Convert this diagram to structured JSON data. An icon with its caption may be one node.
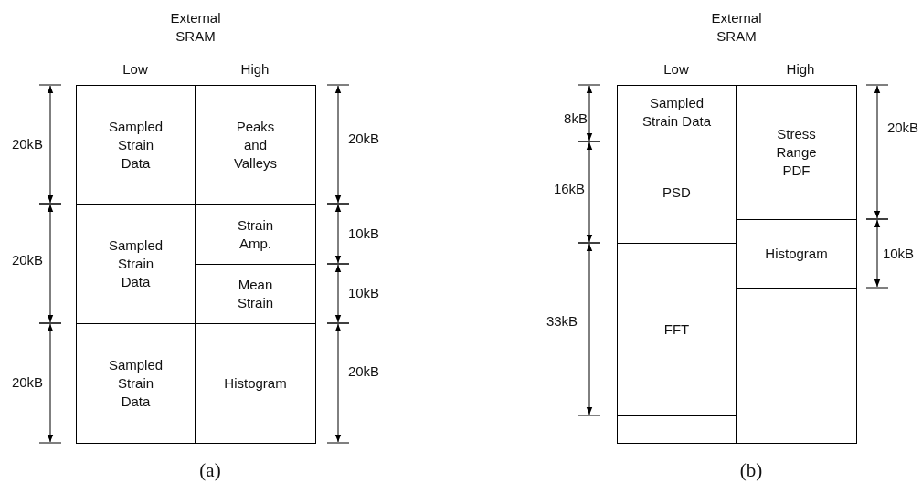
{
  "diagram": {
    "nodes": [
      {
        "text": [
          "Sampled Strain Data"
        ]
      },
      {
        "text": [
          "Peaks and Valleys"
        ]
      },
      {
        "text": [
          "Sampled Strain Data"
        ]
      },
      {
        "text": [
          "Strain Amp."
        ]
      },
      {
        "text": [
          "Mean Strain"
        ]
      },
      {
        "text": [
          "Sampled Strain Data"
        ]
      },
      {
        "text": [
          "Histogram"
        ]
      },
      {
        "text": [
          "Sampled Strain Data"
        ]
      },
      {
        "text": [
          "Stress Range PDF"
        ]
      },
      {
        "text": [
          "PSD"
        ]
      },
      {
        "text": [
          "Histogram"
        ]
      },
      {
        "text": [
          "FFT"
        ]
      },
      {
        "text": [],
        "shape": "box"
      },
      {
        "text": [],
        "shape": "box"
      }
    ],
    "edges": [],
    "labels": [
      "External SRAM",
      "External SRAM",
      "Low",
      "High",
      "Low",
      "High",
      "20kB",
      "20kB",
      "20kB",
      "20kB",
      "10kB",
      "10kB",
      "20kB",
      "8kB",
      "16kB",
      "33kB",
      "20kB",
      "10kB",
      "(a)",
      "(b)"
    ]
  }
}
